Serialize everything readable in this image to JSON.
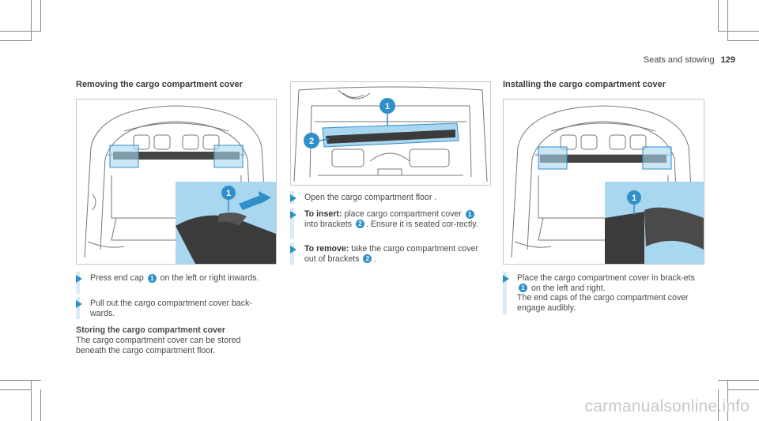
{
  "header": {
    "section": "Seats and stowing",
    "page_number": "129"
  },
  "col1": {
    "title": "Removing the cargo compartment cover",
    "steps": [
      {
        "pre": "Press end cap",
        "num": "1",
        "post": "on the left or right inwards."
      },
      {
        "text": "Pull out the cargo compartment cover back-wards."
      }
    ],
    "storing_title": "Storing the cargo compartment cover",
    "storing_text": "The cargo compartment cover can be stored beneath the cargo compartment floor."
  },
  "col2": {
    "step1": "Open the cargo compartment floor .",
    "insert_label": "To insert:",
    "insert_pre": "place cargo compartment cover",
    "insert_num1": "1",
    "insert_mid": "into brackets",
    "insert_num2": "2",
    "insert_post": ". Ensure it is seated cor-rectly.",
    "remove_label": "To remove:",
    "remove_pre": "take the cargo compartment cover out of brackets",
    "remove_num": "2",
    "remove_post": "."
  },
  "col3": {
    "title": "Installing the cargo compartment cover",
    "pre": "Place the cargo compartment cover in brack-ets",
    "num": "1",
    "post": "on the left and right.",
    "line2": "The end caps of the cargo compartment cover engage audibly."
  },
  "figures": {
    "fig1_callout": "1",
    "fig2_callout1": "1",
    "fig2_callout2": "2",
    "fig3_callout": "1"
  },
  "colors": {
    "accent": "#2f8fc8",
    "highlight": "#a9d7f0",
    "bar": "#d6ecf7"
  },
  "watermark": "carmanualsonline.info"
}
